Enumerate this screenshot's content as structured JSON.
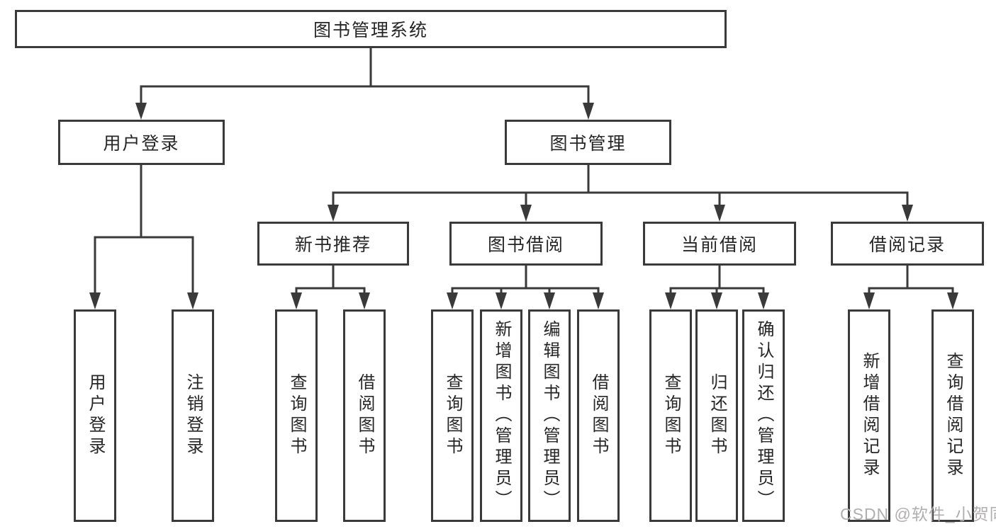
{
  "diagram": {
    "root": {
      "label": "图书管理系统"
    },
    "login": {
      "label": "用户登录",
      "children": [
        {
          "label": "用户登录"
        },
        {
          "label": "注销登录"
        }
      ]
    },
    "management": {
      "label": "图书管理",
      "sections": [
        {
          "label": "新书推荐",
          "children": [
            {
              "label": "查询图书"
            },
            {
              "label": "借阅图书"
            }
          ]
        },
        {
          "label": "图书借阅",
          "children": [
            {
              "label": "查询图书"
            },
            {
              "label": "新增图书（管理员）"
            },
            {
              "label": "编辑图书（管理员）"
            },
            {
              "label": "借阅图书"
            }
          ]
        },
        {
          "label": "当前借阅",
          "children": [
            {
              "label": "查询图书"
            },
            {
              "label": "归还图书"
            },
            {
              "label": "确认归还（管理员）"
            }
          ]
        },
        {
          "label": "借阅记录",
          "children": [
            {
              "label": "新增借阅记录"
            },
            {
              "label": "查询借阅记录"
            }
          ]
        }
      ]
    }
  },
  "watermark": {
    "text": "CSDN @软件_小贺同学"
  },
  "colors": {
    "line": "#3a3a3a",
    "text": "#262626",
    "watermark": "#b1aeae",
    "background": "#ffffff"
  }
}
